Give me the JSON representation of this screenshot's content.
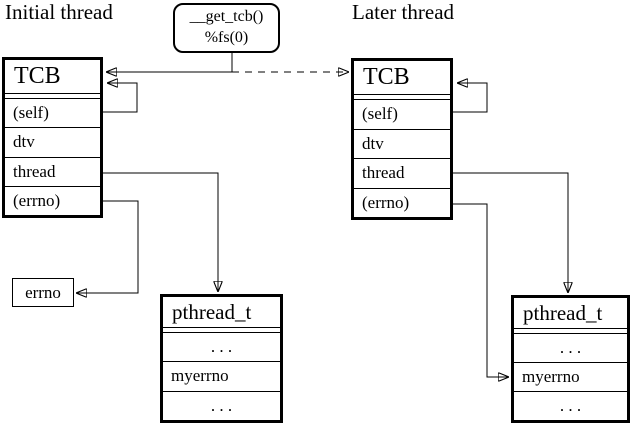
{
  "titles": {
    "initial": "Initial thread",
    "later": "Later thread"
  },
  "get_tcb_box": {
    "line1": "__get_tcb()",
    "line2": "%fs(0)"
  },
  "tcb_table": {
    "header": "TCB",
    "rows": [
      "(self)",
      "dtv",
      "thread",
      "(errno)"
    ]
  },
  "pthread_table": {
    "header": "pthread_t",
    "rows": [
      ". . .",
      "myerrno",
      ". . ."
    ]
  },
  "errno_box": {
    "label": "errno"
  },
  "colors": {
    "foreground": "#000000",
    "background": "#ffffff"
  },
  "edges": [
    {
      "from": "get-tcb-box",
      "to": "tcb-initial",
      "style": "solid-arrow"
    },
    {
      "from": "get-tcb-box",
      "to": "tcb-later",
      "style": "dashed-arrow"
    },
    {
      "from": "tcb-initial.(self)",
      "to": "tcb-initial",
      "style": "solid-arrow"
    },
    {
      "from": "tcb-initial.thread",
      "to": "pthread-initial",
      "style": "solid-arrow"
    },
    {
      "from": "tcb-initial.(errno)",
      "to": "errno-box",
      "style": "solid-arrow"
    },
    {
      "from": "tcb-later.(self)",
      "to": "tcb-later",
      "style": "solid-arrow"
    },
    {
      "from": "tcb-later.thread",
      "to": "pthread-later",
      "style": "solid-arrow"
    },
    {
      "from": "tcb-later.(errno)",
      "to": "pthread-later.myerrno",
      "style": "solid-arrow"
    }
  ]
}
